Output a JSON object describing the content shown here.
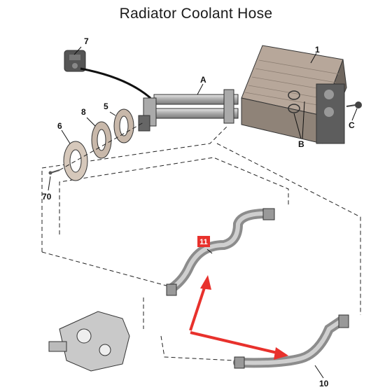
{
  "title": "Radiator Coolant Hose",
  "callouts": {
    "c1": "1",
    "cA": "A",
    "cB": "B",
    "cC": "C",
    "c5": "5",
    "c6": "6",
    "c7": "7",
    "c8": "8",
    "c10": "10",
    "c11": "11",
    "c70": "70"
  },
  "colors": {
    "highlight": "#e8312c",
    "arrow": "#e8312c",
    "line": "#222222"
  }
}
